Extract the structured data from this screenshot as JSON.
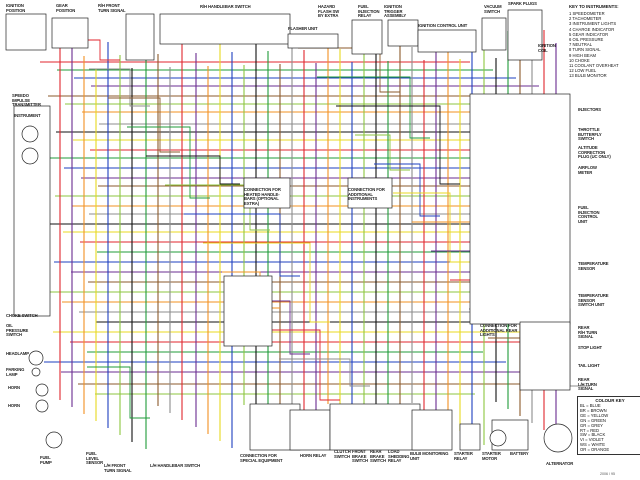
{
  "labels": {
    "ignition_position": "IGNITION\nPOSITION",
    "gear_position": "GEAR\nPOSITION",
    "rh_front_turn_signal": "R/H FRONT\nTURN SIGNAL",
    "rh_handlebar_switch": "R/H HANDLEBAR SWITCH",
    "flasher_unit": "FLASHER UNIT",
    "hazard_flash_sw": "HAZARD\nFLASH SW\nBY EXTRA",
    "fuel_injection_relay": "FUEL\nINJECTION\nRELAY",
    "ignition_trigger_assembly": "IGNITION\nTRIGGER\nASSEMBLY",
    "ignition_control_unit": "IGNITION CONTROL UNIT",
    "vacuum_switch": "VACUUM\nSWITCH",
    "spark_plugs": "SPARK PLUGS",
    "ignition_coil": "IGNITION\nCOIL",
    "speedo_impulse": "SPEEDO\nIMPULSE\nTRANSMITTER",
    "instrument": "INSTRUMENT",
    "injectors": "INJECTORS",
    "throttle_butterfly": "THROTTLE\nBUTTERFLY\nSWITCH",
    "altitude_correction": "ALTITUDE\nCORRECTION\nPLUG (UC ONLY)",
    "airflow_meter": "AIRFLOW\nMETER",
    "fuel_injection_control": "FUEL\nINJECTION\nCONTROL\nUNIT",
    "temperature_sensor": "TEMPERATURE\nSENSOR",
    "temp_sensor_switch": "TEMPERATURE\nSENSOR\nSWITCH UNIT",
    "conn_heated_grips": "CONNECTION FOR\nHEATED HANDLE-\nBARS (OPTIONAL\nEXTRA)",
    "conn_additional_instr": "CONNECTION FOR\nADDITIONAL\nINSTRUMENTS",
    "choke_switch": "CHOKE SWITCH",
    "oil_pressure_switch": "OIL\nPRESSURE\nSWITCH",
    "headlamp": "HEADLAMP",
    "parking_lamp": "PARKING\nLAMP",
    "horn": "HORN",
    "fuel_pump": "FUEL\nPUMP",
    "fuel_level_sensor": "FUEL\nLEVEL\nSENSOR",
    "lh_front_turn_signal": "L/H FRONT\nTURN SIGNAL",
    "lh_handlebar_switch": "L/H HANDLEBAR SWITCH",
    "conn_special_equipment": "CONNECTION FOR\nSPECIAL EQUIPMENT",
    "horn_relay": "HORN RELAY",
    "clutch_switch": "CLUTCH\nSWITCH",
    "front_brake_switch": "FRONT\nBRAKE\nSWITCH",
    "rear_brake_switch": "REAR\nBRAKE\nSWITCH",
    "load_shedding_relay": "LOAD\nSHEDDING\nRELAY",
    "bulb_monitoring_unit": "BULB MONITORING\nUNIT",
    "starter_relay": "STARTER\nRELAY",
    "starter_motor": "STARTER\nMOTOR",
    "battery": "BATTERY",
    "alternator": "ALTERNATOR",
    "rear_rh_turn": "REAR\nR/H TURN\nSIGNAL",
    "stop_light": "STOP LIGHT",
    "tail_light": "TAIL LIGHT",
    "rear_lh_turn": "REAR\nL/H TURN\nSIGNAL",
    "conn_ride_lights": "CONNECTION FOR\nADDITIONAL REAR\nLIGHTS",
    "code": "2006 / 95"
  },
  "key_instruments": {
    "title": "KEY TO INSTRUMENTS:",
    "items": [
      "1  SPEEDOMETER",
      "2  TACHOMETER",
      "3  INSTRUMENT LIGHTS",
      "4  CHARGE INDICATOR",
      "5  GEAR INDICATOR",
      "6  OIL PRESSURE",
      "7  NEUTRAL",
      "8  TURN SIGNAL",
      "9  HIGH BEAM",
      "10 CHOKE",
      "11 COOLANT OVERHEAT",
      "12 LOW FUEL",
      "13 BULB MONITOR"
    ]
  },
  "colour_key": {
    "title": "COLOUR KEY",
    "items": [
      "BL = BLUE",
      "BR = BROWN",
      "GE = YELLOW",
      "GN = GREEN",
      "GR = GREY",
      "RT = RED",
      "SW = BLACK",
      "VI = VIOLET",
      "WS = WHITE",
      "OR = ORANGE"
    ]
  },
  "colors": {
    "red": "#e0262e",
    "green": "#1f9b3a",
    "yellow_green": "#8cc63f",
    "blue": "#1e3fbf",
    "violet": "#6a2c91",
    "brown": "#8b5a2b",
    "orange": "#f29122",
    "grey": "#8c8c8c",
    "black": "#111111",
    "yellow": "#e8d820"
  }
}
